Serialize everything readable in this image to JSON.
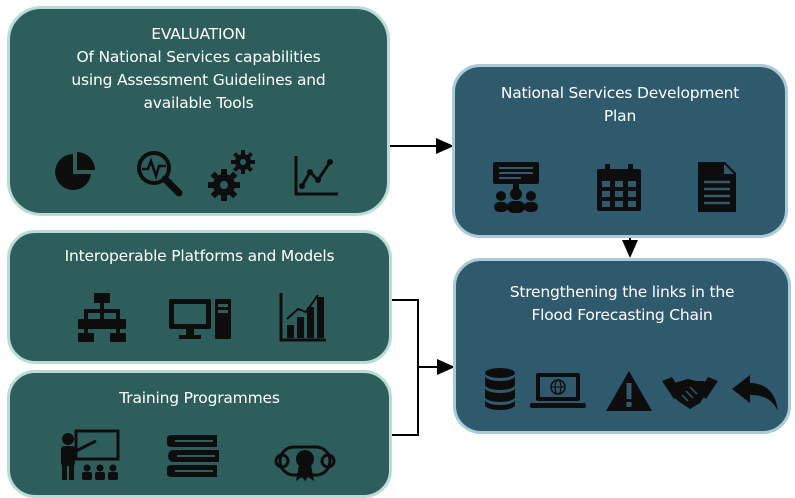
{
  "boxes": {
    "evaluation": {
      "lines": [
        "EVALUATION",
        "Of National Services capabilities",
        "using Assessment Guidelines and",
        "available Tools"
      ],
      "icons": [
        "pie-chart-icon",
        "magnifier-pulse-icon",
        "gears-icon",
        "line-graph-icon"
      ]
    },
    "development_plan": {
      "lines": [
        "National Services Development",
        "Plan"
      ],
      "icons": [
        "presentation-meeting-icon",
        "calendar-icon",
        "document-icon"
      ]
    },
    "platforms": {
      "lines": [
        "Interoperable Platforms and Models"
      ],
      "icons": [
        "flowchart-icon",
        "computer-icon",
        "bar-chart-icon"
      ]
    },
    "training": {
      "lines": [
        "Training Programmes"
      ],
      "icons": [
        "teacher-icon",
        "books-icon",
        "certificate-icon"
      ]
    },
    "strengthening": {
      "lines": [
        "Strengthening the links in the",
        "Flood Forecasting Chain"
      ],
      "icons": [
        "database-icon",
        "laptop-globe-icon",
        "warning-icon",
        "handshake-icon",
        "reply-arrow-icon"
      ]
    }
  },
  "colors": {
    "teal_box": "#2e5e5c",
    "blue_box": "#2f5a6e",
    "icon": "#0d0d0d",
    "connector": "#000000"
  }
}
